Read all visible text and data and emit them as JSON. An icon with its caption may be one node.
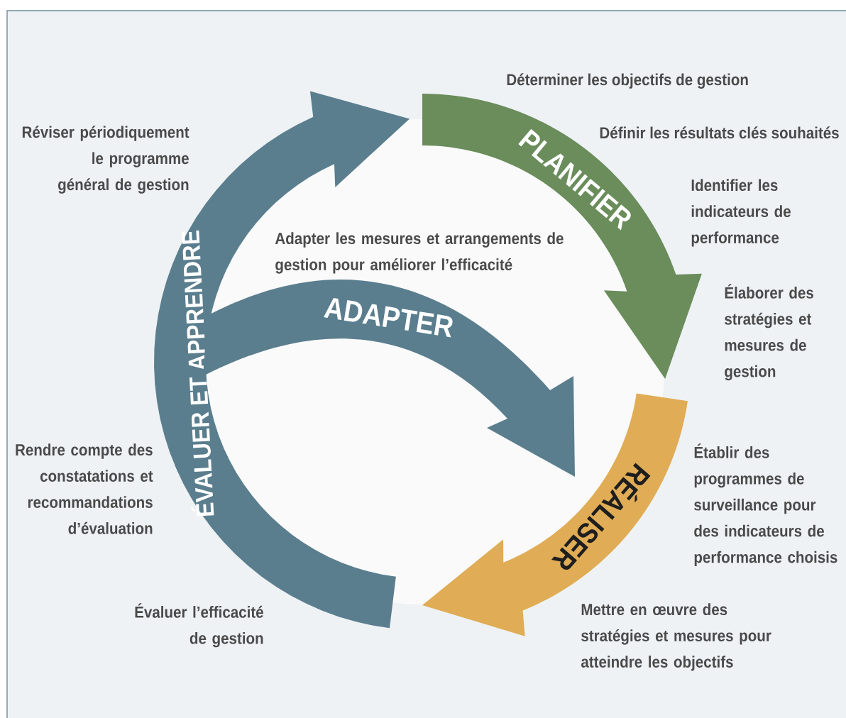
{
  "diagram": {
    "nodes": [
      {
        "text": [
          "PLANIFIER"
        ],
        "beside": [
          "Déterminer les objectifs de gestion",
          "Définir les résultats clés souhaités",
          "Identifier les indicateurs de performance",
          "Élaborer des stratégies et mesures de gestion"
        ]
      },
      {
        "text": [
          "RÉALISER"
        ],
        "beside": [
          "Établir des programmes de surveillance pour des indicateurs de performance choisis",
          "Mettre en œuvre des stratégies et mesures pour atteindre les objectifs"
        ]
      },
      {
        "text": [
          "ÉVALUER ET APPRENDRE"
        ],
        "beside": [
          "Réviser périodiquement le programme général de gestion",
          "Rendre compte des constatations et recommandations d’évaluation",
          "Évaluer l’efficacité de gestion"
        ]
      },
      {
        "text": [
          "ADAPTER"
        ],
        "beside": [
          "Adapter les mesures et arrangements de gestion pour améliorer l’efficacité"
        ]
      }
    ]
  }
}
